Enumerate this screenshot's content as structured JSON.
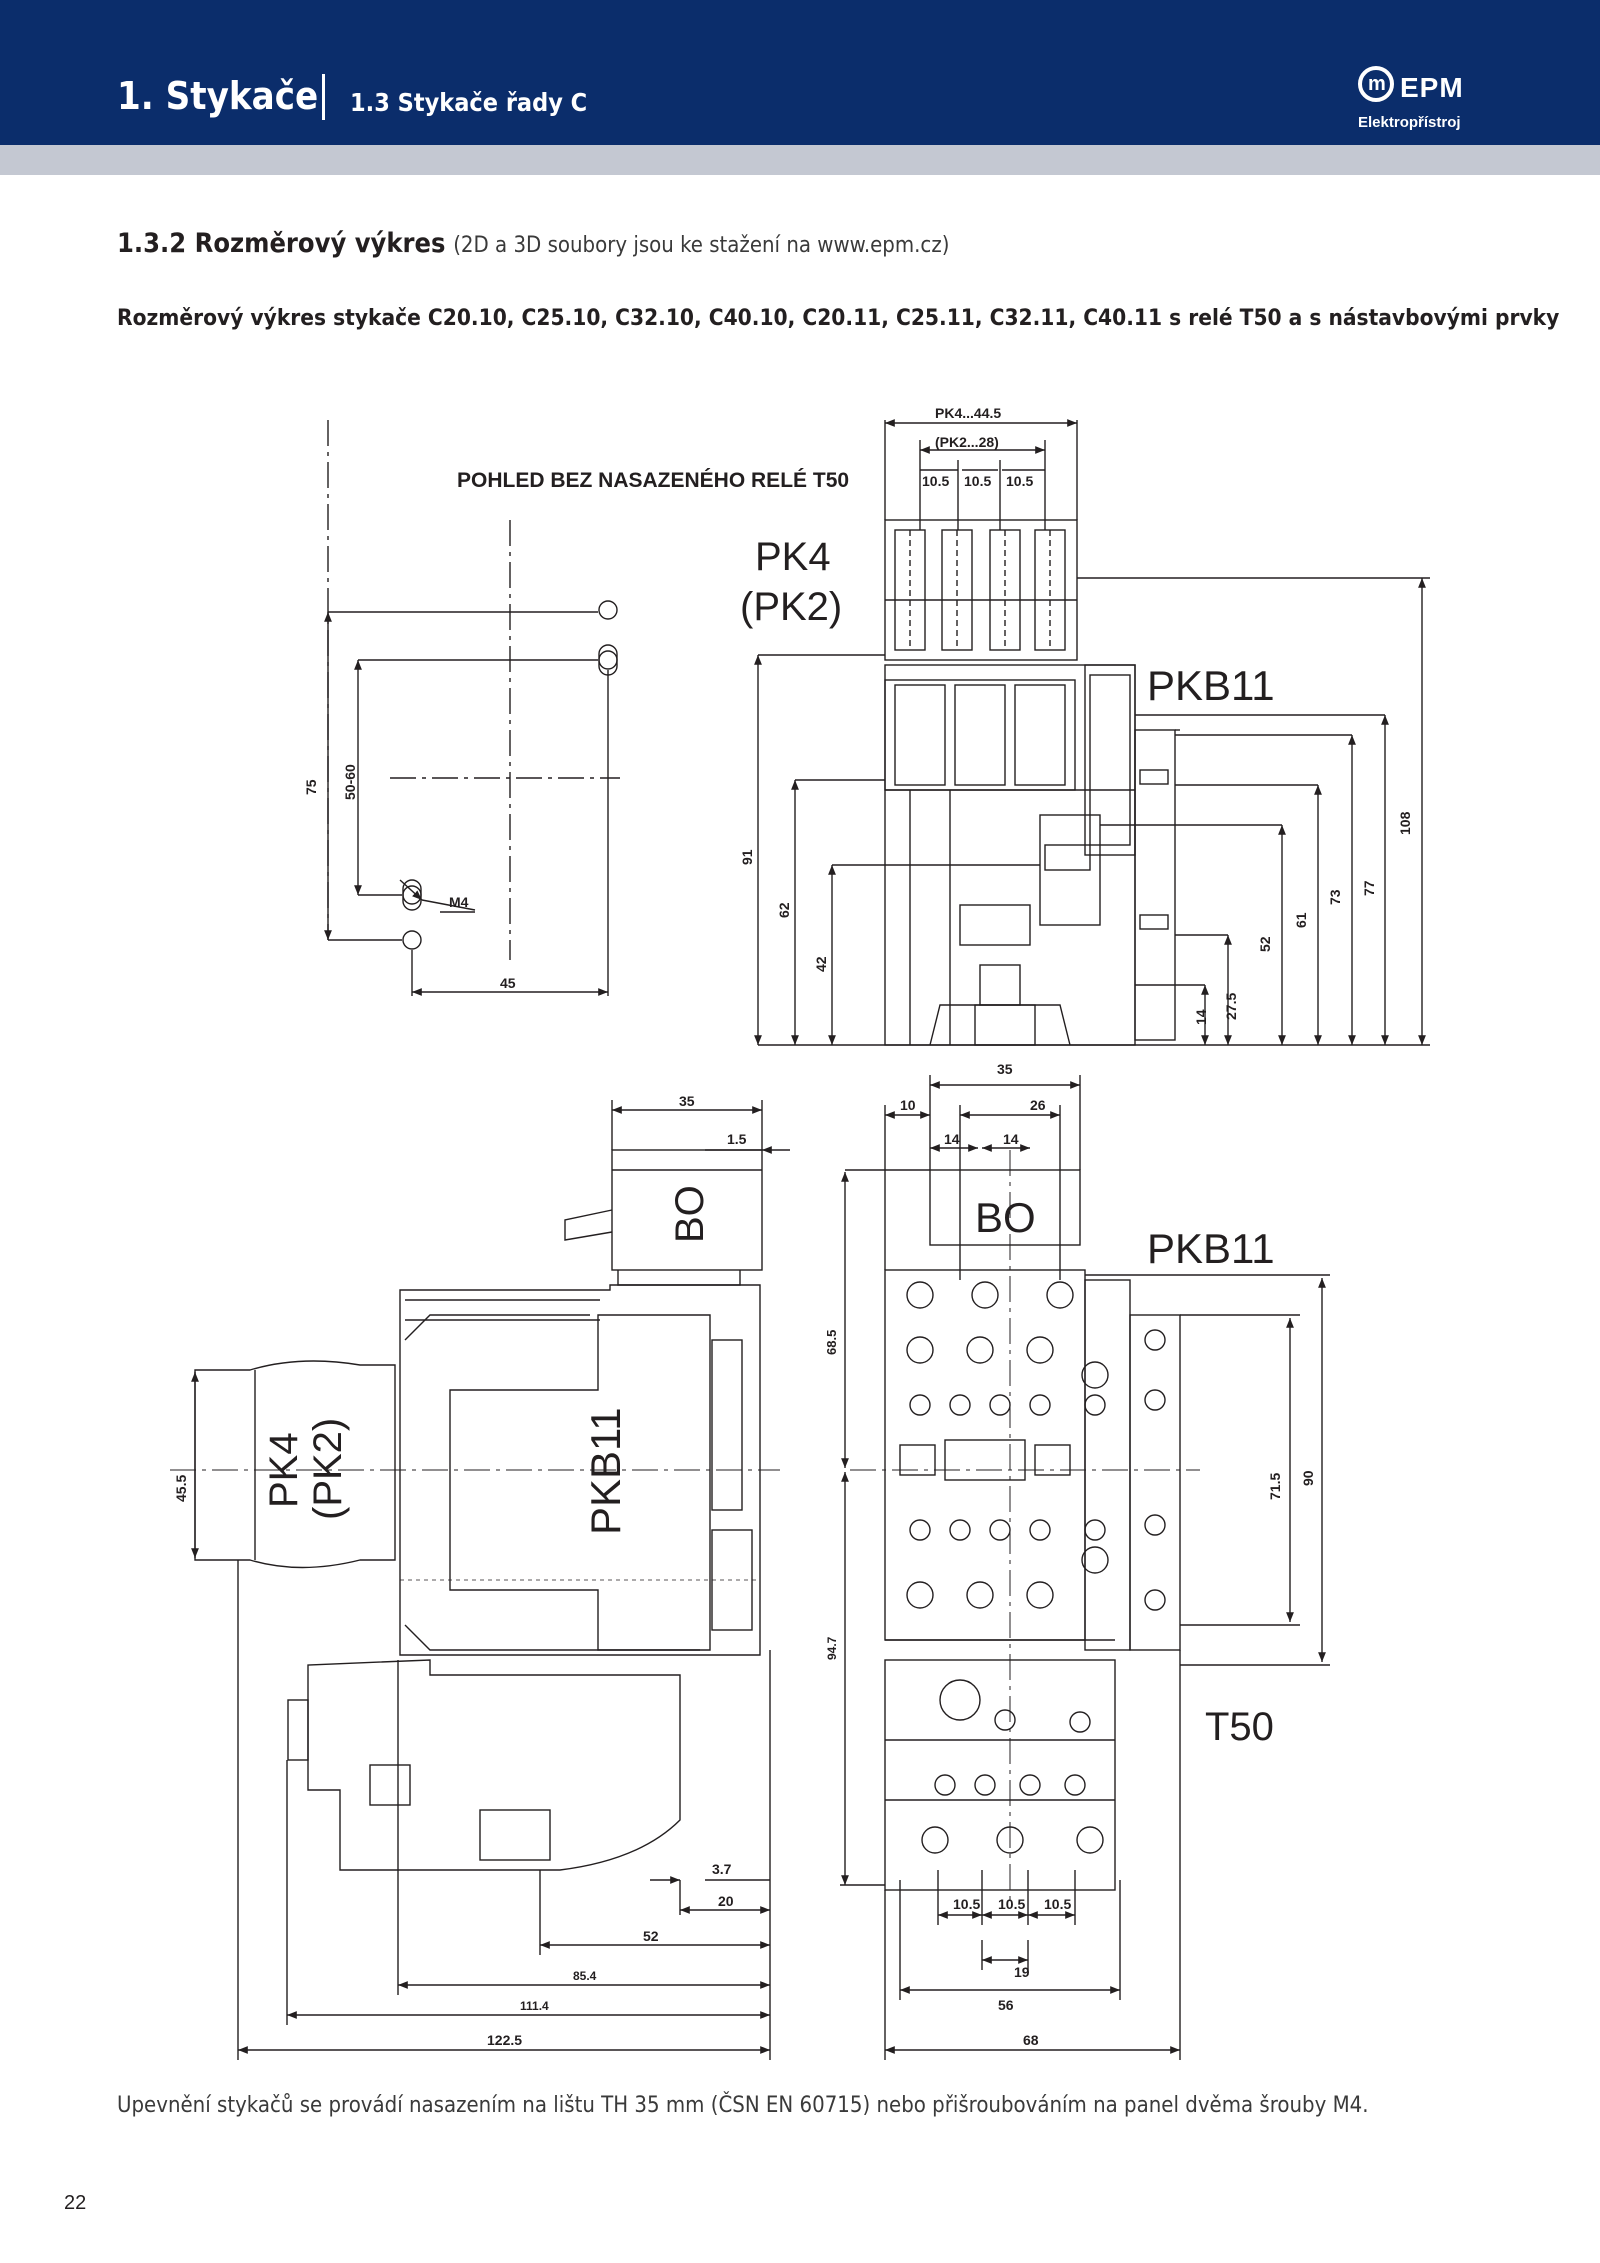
{
  "header": {
    "chapter": "1. Stykače",
    "section": "1.3 Stykače řady C",
    "logo_name": "EPM",
    "logo_sub": "Elektropřístroj",
    "bg_color": "#0b2d6b"
  },
  "heading": {
    "title": "1.3.2 Rozměrový výkres",
    "note": "(2D a 3D soubory jsou ke stažení na www.epm.cz)"
  },
  "subtitle": "Rozměrový výkres stykače C20.10, C25.10, C32.10, C40.10, C20.11, C25.11, C32.11, C40.11 s relé T50 a s nástavbovými prvky",
  "drawing": {
    "view_caption": "POHLED BEZ NASAZENÉHO RELÉ T50",
    "labels": {
      "pk4": "PK4",
      "pk2": "(PK2)",
      "pkb11": "PKB11",
      "bo": "BO",
      "t50": "T50",
      "pk4_pk2_side": "PK4\n(PK2)"
    },
    "dims_mount": {
      "d75": "75",
      "d5060": "50-60",
      "m4": "M4",
      "d45": "45"
    },
    "dims_top": {
      "pk4_w": "PK4...44.5",
      "pk2_w": "(PK2...28)",
      "p1": "10.5",
      "p2": "10.5",
      "p3": "10.5",
      "h91": "91",
      "h62": "62",
      "h42": "42",
      "h14": "14",
      "h275": "27.5",
      "h52": "52",
      "h61": "61",
      "h73": "73",
      "h77": "77",
      "h108": "108"
    },
    "dims_side": {
      "w35": "35",
      "w15": "1.5",
      "h455": "45.5",
      "w37": "3.7",
      "w20": "20",
      "w52": "52",
      "w854": "85.4",
      "w1114": "111.4",
      "w1225": "122.5"
    },
    "dims_front": {
      "w35": "35",
      "w10": "10",
      "w26": "26",
      "w14a": "14",
      "w14b": "14",
      "h685": "68.5",
      "h947": "94.7",
      "h715": "71.5",
      "h90": "90",
      "p1": "10.5",
      "p2": "10.5",
      "p3": "10.5",
      "w19": "19",
      "w56": "56",
      "w68": "68"
    }
  },
  "footer_note": "Upevnění stykačů se provádí nasazením na lištu TH 35 mm (ČSN EN 60715) nebo přišroubováním na panel dvěma šrouby M4.",
  "page_number": "22"
}
